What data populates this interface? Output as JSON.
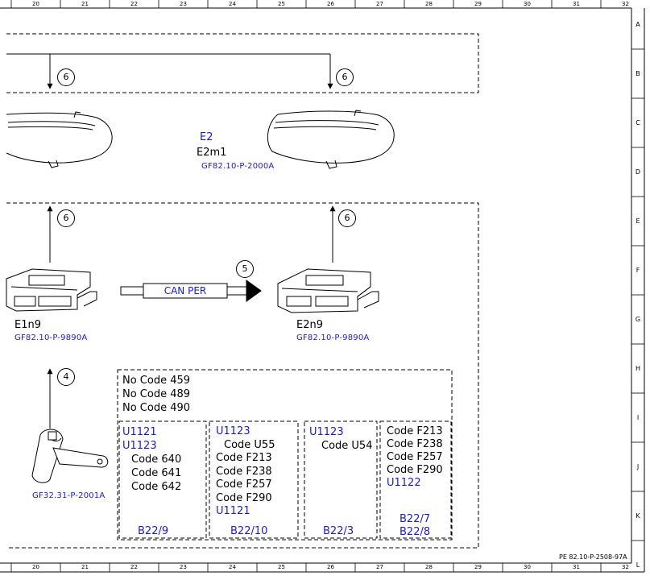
{
  "grid": {
    "columns": [
      "20",
      "21",
      "22",
      "23",
      "24",
      "25",
      "26",
      "27",
      "28",
      "29",
      "30",
      "31",
      "32"
    ],
    "rows": [
      "A",
      "B",
      "C",
      "D",
      "E",
      "F",
      "G",
      "H",
      "I",
      "J",
      "K",
      "L"
    ]
  },
  "document_id": "PE 82.10-P-2508-97A",
  "components": {
    "headlamp_left": {},
    "headlamp_right": {
      "id": "E2",
      "sub_id": "E2m1",
      "ref": "GF82.10-P-2000A"
    },
    "module_left": {
      "id": "E1n9",
      "ref": "GF82.10-P-9890A"
    },
    "module_right": {
      "id": "E2n9",
      "ref": "GF82.10-P-9890A"
    },
    "switch": {
      "ref": "GF32.31-P-2001A"
    }
  },
  "bus": {
    "label": "CAN PER"
  },
  "markers": {
    "top_left": "6",
    "top_right": "6",
    "mid_left": "6",
    "mid_right": "6",
    "can": "5",
    "switch": "4"
  },
  "conditions": {
    "no_codes": [
      "No Code 459",
      "No Code 489",
      "No Code 490"
    ],
    "variants": [
      {
        "codes_blue": [
          "U1121",
          "U1123"
        ],
        "codes_black": [
          "Code 640",
          "Code 641",
          "Code 642"
        ],
        "footer": "B22/9"
      },
      {
        "codes_blue_top": [
          "U1123"
        ],
        "codes_black": [
          "Code U55",
          "Code F213",
          "Code F238",
          "Code F257",
          "Code F290"
        ],
        "codes_blue_bottom": [
          "U1121"
        ],
        "footer": "B22/10"
      },
      {
        "codes_blue_top": [
          "U1123"
        ],
        "codes_black": [
          "Code U54"
        ],
        "footer": "B22/3"
      },
      {
        "codes_black": [
          "Code F213",
          "Code F238",
          "Code F257",
          "Code F290"
        ],
        "codes_blue_bottom": [
          "U1122"
        ],
        "footer": "B22/7",
        "footer2": "B22/8"
      }
    ]
  }
}
